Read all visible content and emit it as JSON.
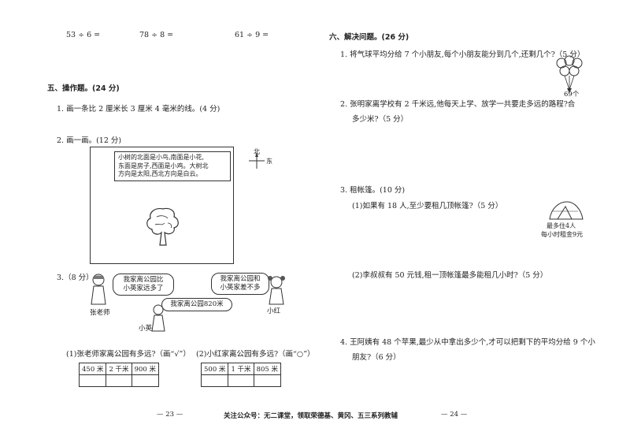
{
  "left": {
    "calc": [
      "53 ÷ 6 =",
      "78 ÷ 8 =",
      "61 ÷ 9 ="
    ],
    "sec5_title": "五、操作题。(24 分)",
    "q1": "1. 画一条比 2 厘米长 3 厘米 4 毫米的线。(4 分)",
    "q2": "2. 画一画。(12 分)",
    "north": "北",
    "east": "东",
    "note_lines": [
      "小树的北面是小鸟,南面是小花,",
      "东面是房子,西面是小鸡。大树北",
      "方向是太阳,西北方向是白云。"
    ],
    "q3": "3.（8 分）",
    "bubble_teacher": [
      "我家离公园比",
      "小英家远多了"
    ],
    "bubble_xh": [
      "我家离公园和",
      "小英家差不多"
    ],
    "bubble_xy": "我家离公园820米",
    "name_teacher": "张老师",
    "name_xy": "小英",
    "name_xh": "小红",
    "sub1": "(1)张老师家离公园有多远?（画“√”）",
    "sub2": "(2)小红家离公园有多远?（画“○”）",
    "table1": [
      "450 米",
      "2 千米",
      "900 米"
    ],
    "table2": [
      "500 米",
      "1 千米",
      "805 米"
    ]
  },
  "right": {
    "sec6_title": "六、解决问题。(26 分)",
    "q1": "1. 将气球平均分给 7 个小朋友,每个小朋友能分到几个,还剩几个?（5 分）",
    "balloon_label": "69个",
    "q2_l1": "2. 张明家离学校有 2 千米远,他每天上学、放学一共要走多远的路程?合",
    "q2_l2": "多少米?（5 分）",
    "q3": "3. 租帐篷。(10 分)",
    "q3_1": "(1)如果有 18 人,至少要租几顶帐篷?（5 分）",
    "tent_l1": "最多住4人",
    "tent_l2": "每小时租金9元",
    "q3_2": "(2)李叔叔有 50 元钱,租一顶帐篷最多能租几小时?（5 分）",
    "q4_l1": "4. 王阿姨有 48 个苹果,最少从中拿出多少个,才可以把剩下的平均分给 9 个小",
    "q4_l2": "朋友?（6 分）"
  },
  "footer": {
    "page_left": "— 23 —",
    "center": "关注公众号：无二课堂，领取荣德基、黄冈、五三系列教辅",
    "page_right": "— 24 —"
  }
}
